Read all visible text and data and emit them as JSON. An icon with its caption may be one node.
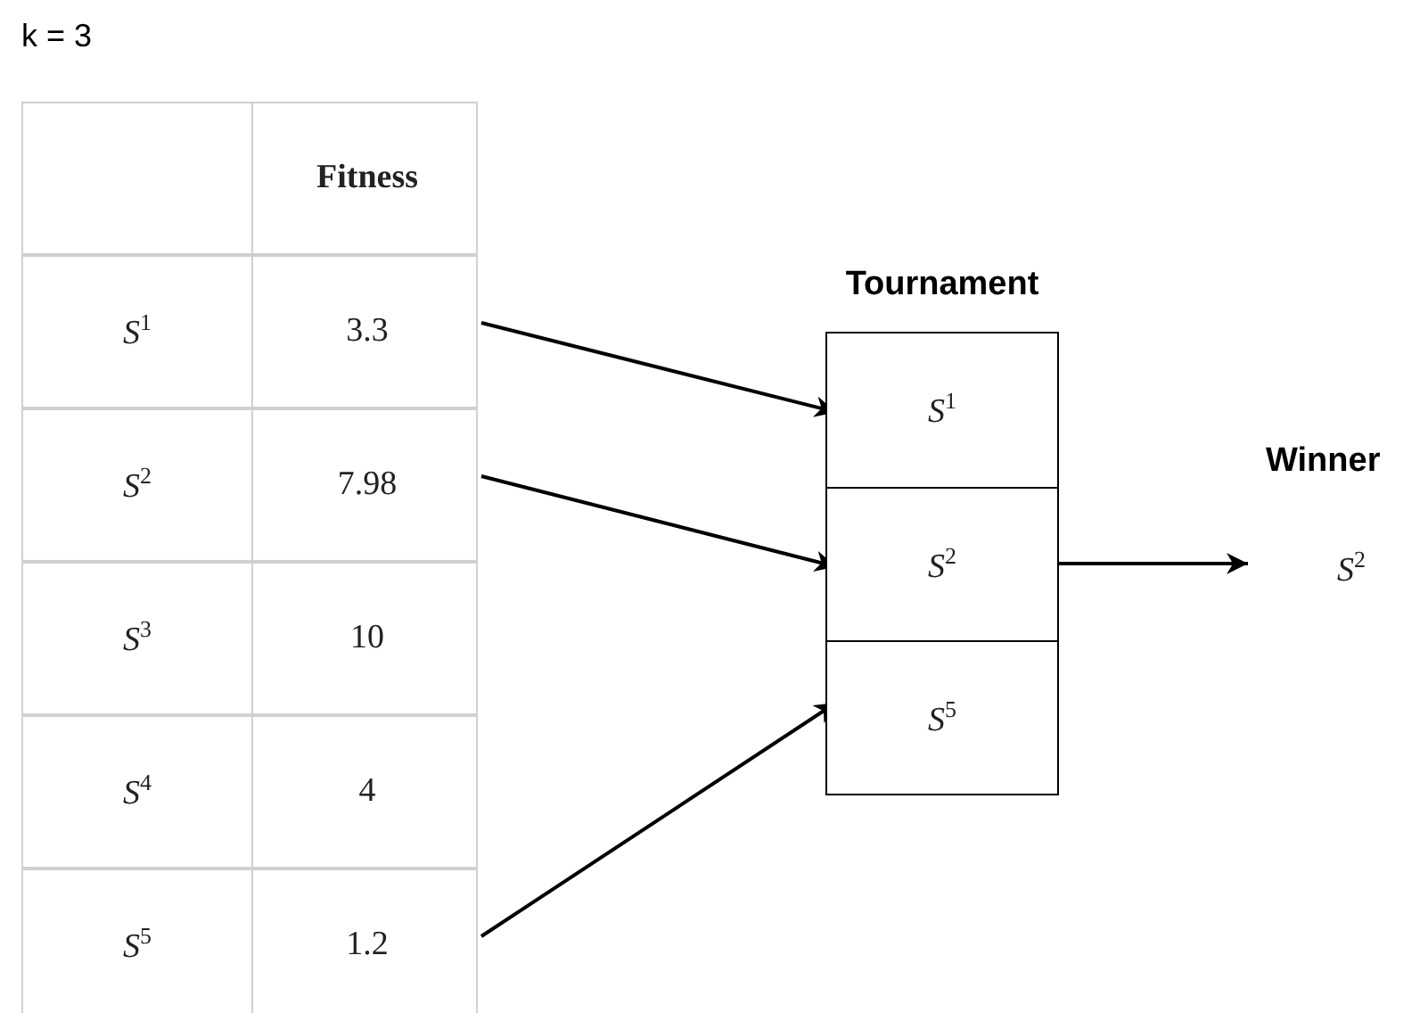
{
  "diagram": {
    "nodes": [
      {
        "text": [
          "Fitness"
        ]
      },
      {
        "text": [
          "S$^{1}$",
          "3.3"
        ]
      },
      {
        "text": [
          "S$^{2}$",
          "7.98"
        ]
      },
      {
        "text": [
          "S$^{3}$",
          "10"
        ]
      },
      {
        "text": [
          "S$^{4}$",
          "4"
        ]
      },
      {
        "text": [
          "S$^{5}$",
          "1.2"
        ]
      },
      {
        "text": [
          "Tournament"
        ]
      },
      {
        "text": [
          "S$^{1}$"
        ],
        "in": 6
      },
      {
        "text": [
          "S$^{2}$"
        ],
        "in": 6
      },
      {
        "text": [
          "S$^{5}$"
        ],
        "in": 6
      },
      {
        "text": [
          "Winner",
          "S$^{2}$"
        ]
      }
    ],
    "edges": [
      {
        "from": 1,
        "to": 7,
        "arrow": "to"
      },
      {
        "from": 2,
        "to": 8,
        "arrow": "to"
      },
      {
        "from": 5,
        "to": 9,
        "arrow": "to"
      },
      {
        "from": 8,
        "to": 10,
        "arrow": "to"
      }
    ],
    "labels": [
      "k = 3"
    ]
  }
}
